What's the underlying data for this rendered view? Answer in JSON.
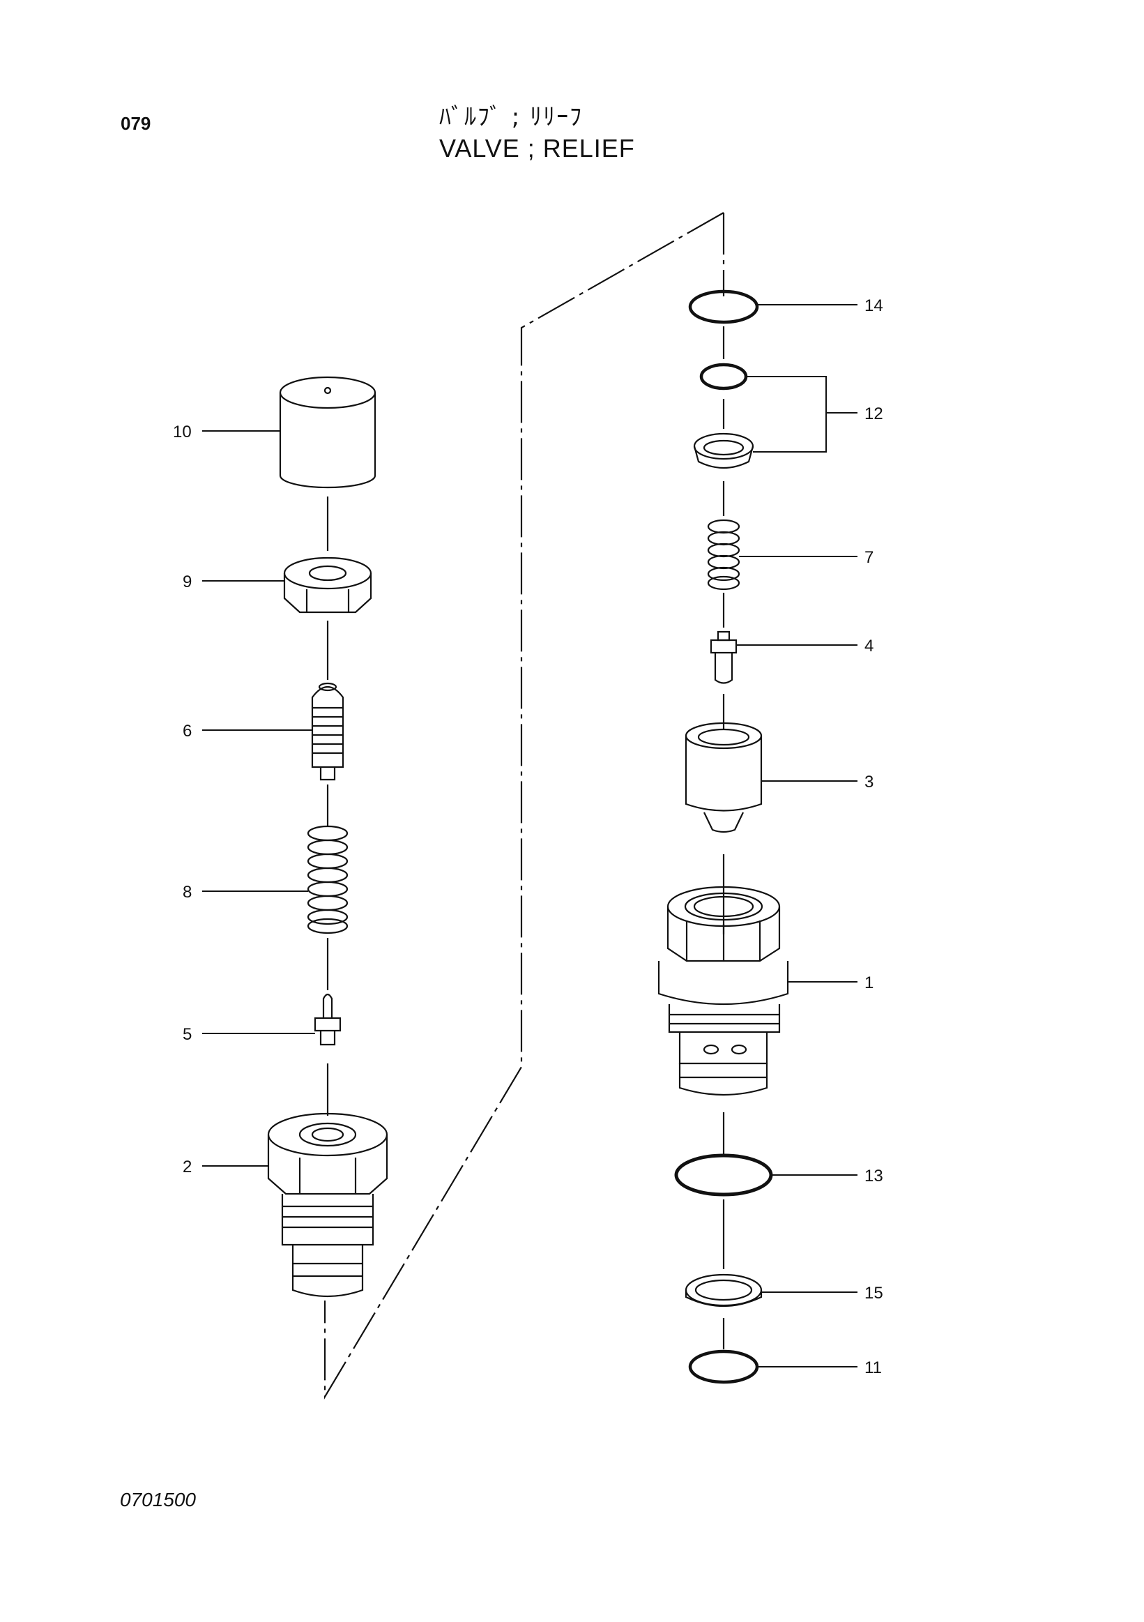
{
  "header": {
    "page_code": "079",
    "title_ja": "ﾊﾞﾙﾌﾞ ; ﾘﾘｰﾌ",
    "title_en": "VALVE ; RELIEF"
  },
  "footer": {
    "doc_code": "0701500"
  },
  "callouts": {
    "p1": "1",
    "p2": "2",
    "p3": "3",
    "p4": "4",
    "p5": "5",
    "p6": "6",
    "p7": "7",
    "p8": "8",
    "p9": "9",
    "p10": "10",
    "p11": "11",
    "p12": "12",
    "p13": "13",
    "p14": "14",
    "p15": "15"
  }
}
